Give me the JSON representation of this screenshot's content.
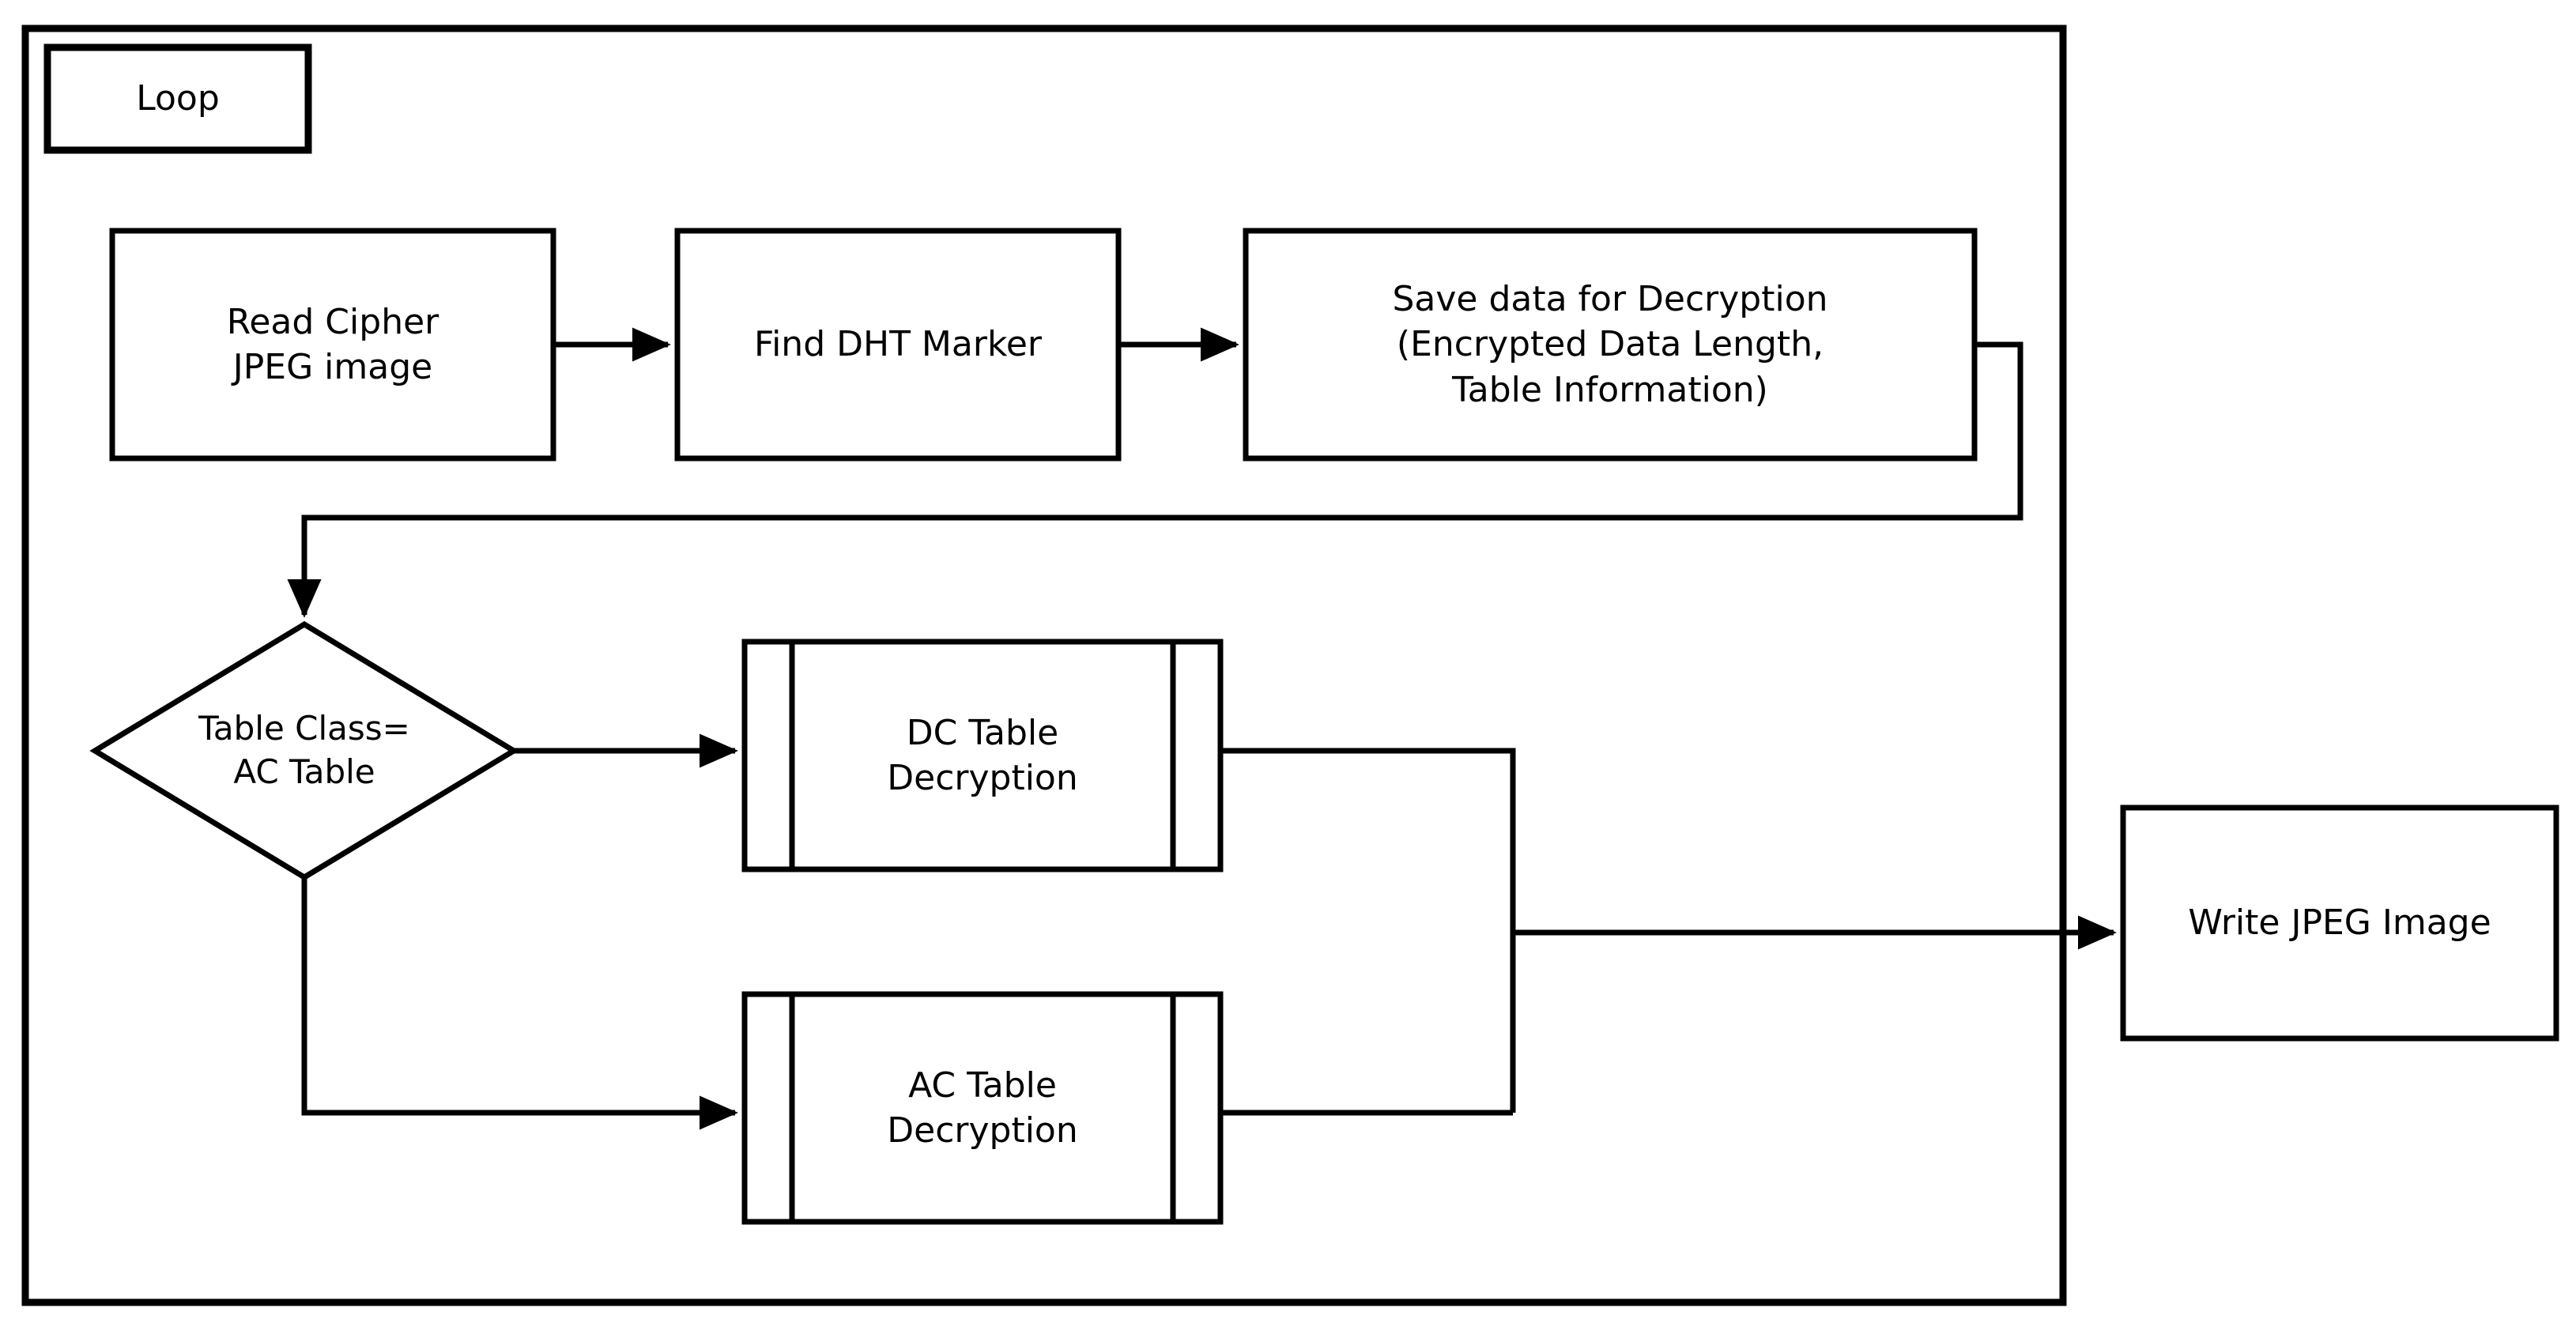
{
  "diagram": {
    "title_label": "Loop",
    "colors": {
      "stroke": "#000000",
      "background": "#ffffff",
      "text": "#000000"
    },
    "container": {
      "name": "Loop",
      "label": "Loop"
    },
    "nodes": [
      {
        "id": "read-cipher",
        "shape": "process",
        "label": "Read Cipher\nJPEG image"
      },
      {
        "id": "find-dht",
        "shape": "process",
        "label": "Find DHT Marker"
      },
      {
        "id": "save-data",
        "shape": "process",
        "label": "Save data for Decryption\n(Encrypted Data Length,\nTable Information)"
      },
      {
        "id": "table-class",
        "shape": "decision",
        "label": "Table Class=\nAC Table"
      },
      {
        "id": "dc-decrypt",
        "shape": "predefined-process",
        "label": "DC Table\nDecryption"
      },
      {
        "id": "ac-decrypt",
        "shape": "predefined-process",
        "label": "AC Table\nDecryption"
      },
      {
        "id": "write-jpeg",
        "shape": "process",
        "label": "Write JPEG Image"
      }
    ],
    "edges": [
      {
        "from": "read-cipher",
        "to": "find-dht",
        "arrow": true
      },
      {
        "from": "find-dht",
        "to": "save-data",
        "arrow": true
      },
      {
        "from": "save-data",
        "to": "table-class",
        "arrow": true
      },
      {
        "from": "table-class",
        "to": "dc-decrypt",
        "arrow": true
      },
      {
        "from": "table-class",
        "to": "ac-decrypt",
        "arrow": true
      },
      {
        "from": "dc-decrypt",
        "to": "write-jpeg",
        "arrow": true
      },
      {
        "from": "ac-decrypt",
        "to": "write-jpeg",
        "arrow": true
      }
    ]
  },
  "chart_data": {
    "type": "flowchart",
    "title": "Loop",
    "nodes": [
      {
        "id": "read-cipher",
        "label": "Read Cipher JPEG image",
        "type": "process"
      },
      {
        "id": "find-dht",
        "label": "Find DHT Marker",
        "type": "process"
      },
      {
        "id": "save-data",
        "label": "Save data for Decryption (Encrypted Data Length, Table Information)",
        "type": "process"
      },
      {
        "id": "table-class",
        "label": "Table Class= AC Table",
        "type": "decision"
      },
      {
        "id": "dc-decrypt",
        "label": "DC Table Decryption",
        "type": "predefined-process"
      },
      {
        "id": "ac-decrypt",
        "label": "AC Table Decryption",
        "type": "predefined-process"
      },
      {
        "id": "write-jpeg",
        "label": "Write JPEG Image",
        "type": "process"
      }
    ],
    "edges": [
      [
        "read-cipher",
        "find-dht"
      ],
      [
        "find-dht",
        "save-data"
      ],
      [
        "save-data",
        "table-class"
      ],
      [
        "table-class",
        "dc-decrypt"
      ],
      [
        "table-class",
        "ac-decrypt"
      ],
      [
        "dc-decrypt",
        "write-jpeg"
      ],
      [
        "ac-decrypt",
        "write-jpeg"
      ]
    ]
  }
}
